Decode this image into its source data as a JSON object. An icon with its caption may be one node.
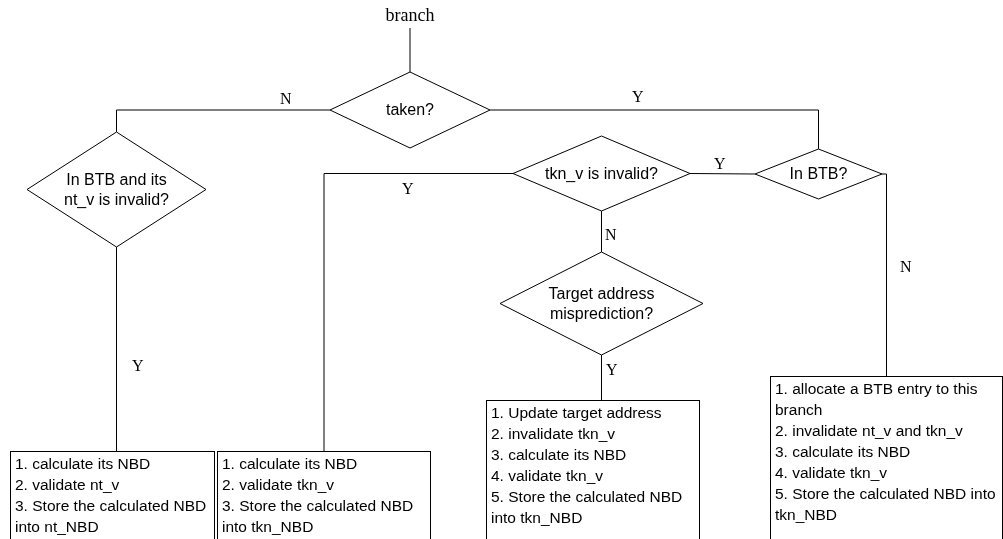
{
  "diagram": {
    "nodes": [
      {
        "text": [
          "branch"
        ]
      },
      {
        "text": [
          "taken?"
        ]
      },
      {
        "text": [
          "In BTB and its nt_v is invalid?"
        ]
      },
      {
        "text": [
          "tkn_v is invalid?"
        ]
      },
      {
        "text": [
          "In BTB?"
        ]
      },
      {
        "text": [
          "Target address misprediction?"
        ]
      },
      {
        "text": [
          "1. calculate its NBD",
          "2. validate nt_v",
          "3. Store the calculated NBD into nt_NBD"
        ]
      },
      {
        "text": [
          "1. calculate its NBD",
          "2. validate tkn_v",
          "3. Store the calculated NBD into tkn_NBD"
        ]
      },
      {
        "text": [
          "1. Update target address",
          "2. invalidate tkn_v",
          "3. calculate its NBD",
          "4. validate tkn_v",
          "5. Store the calculated NBD into tkn_NBD"
        ]
      },
      {
        "text": [
          "1. allocate a BTB entry to this branch",
          "2. invalidate nt_v and tkn_v",
          "3. calculate its NBD",
          "4. validate tkn_v",
          "5. Store the calculated NBD into tkn_NBD"
        ]
      }
    ],
    "edges": [
      {
        "from": 0,
        "to": 1,
        "arrow": "none"
      },
      {
        "from": 1,
        "to": 2,
        "arrow": "none",
        "label": "N"
      },
      {
        "from": 1,
        "to": 4,
        "arrow": "none",
        "label": "Y"
      },
      {
        "from": 2,
        "to": 6,
        "arrow": "none",
        "label": "Y"
      },
      {
        "from": 4,
        "to": 3,
        "arrow": "none",
        "label": "Y"
      },
      {
        "from": 3,
        "to": 7,
        "arrow": "none",
        "label": "Y"
      },
      {
        "from": 3,
        "to": 5,
        "arrow": "none",
        "label": "N"
      },
      {
        "from": 5,
        "to": 8,
        "arrow": "none",
        "label": "Y"
      },
      {
        "from": 4,
        "to": 9,
        "arrow": "none",
        "label": "N"
      }
    ]
  }
}
